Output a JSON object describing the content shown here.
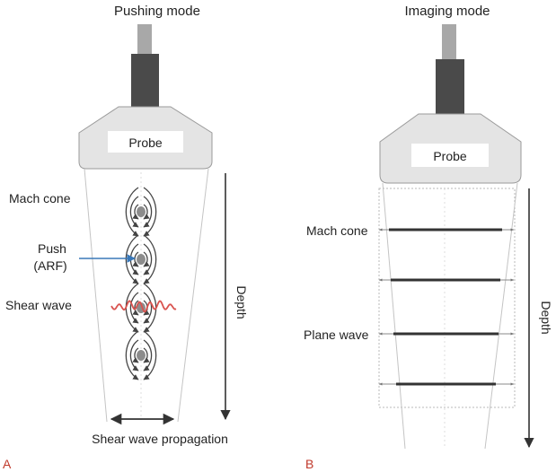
{
  "panel_a": {
    "title": "Pushing mode",
    "letter": "A",
    "probe_label": "Probe",
    "mach_cone_label": "Mach cone",
    "push_label_line1": "Push",
    "push_label_line2": "(ARF)",
    "shear_wave_label": "Shear wave",
    "depth_label": "Depth",
    "propagation_label": "Shear wave propagation"
  },
  "panel_b": {
    "title": "Imaging mode",
    "letter": "B",
    "probe_label": "Probe",
    "mach_cone_label": "Mach cone",
    "plane_wave_label": "Plane wave",
    "depth_label": "Depth"
  },
  "colors": {
    "probe_fill": "#e4e4e4",
    "probe_stroke": "#9a9a9a",
    "cable": "#a8a8a8",
    "handle": "#4a4a4a",
    "shear_wave": "#d9534f",
    "push_arrow": "#3a78b8",
    "focal_dot": "#8c8c8c",
    "panel_letter": "#c0392b"
  }
}
